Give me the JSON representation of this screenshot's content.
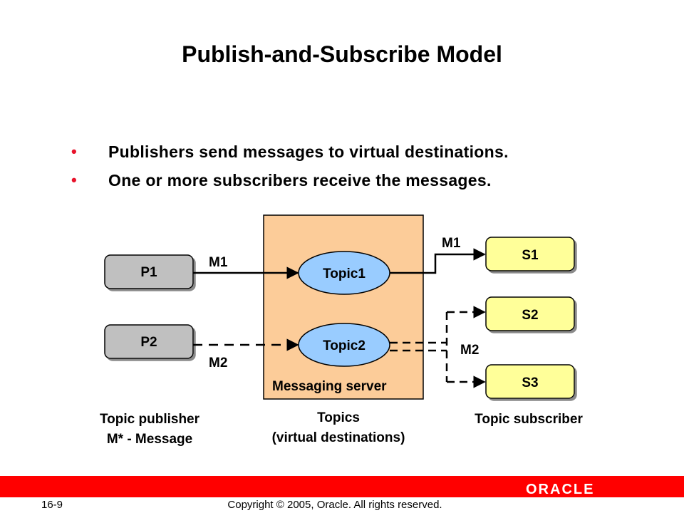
{
  "slide": {
    "title": "Publish-and-Subscribe Model",
    "bullets": [
      "Publishers send messages to virtual destinations.",
      "One or more subscribers receive the messages."
    ]
  },
  "diagram": {
    "publishers": [
      "P1",
      "P2"
    ],
    "topics": [
      "Topic1",
      "Topic2"
    ],
    "subscribers": [
      "S1",
      "S2",
      "S3"
    ],
    "server_label": "Messaging server",
    "message_labels": {
      "p1_to_topic1": "M1",
      "p2_to_topic2": "M2",
      "topic1_to_s1": "M1",
      "topic2_to_s2_s3": "M2"
    },
    "captions": {
      "publisher_line1": "Topic publisher",
      "publisher_line2": "M* - Message",
      "topics_line1": "Topics",
      "topics_line2": "(virtual destinations)",
      "subscriber": "Topic subscriber"
    },
    "colors": {
      "server_fill": "#fccc99",
      "topic_fill": "#99ccff",
      "subscriber_fill": "#ffff99",
      "publisher_fill": "#c0c0c0",
      "bullet": "#e8132b",
      "footer_bar": "#ff0000"
    }
  },
  "footer": {
    "page": "16-9",
    "copyright": "Copyright © 2005, Oracle.  All rights reserved.",
    "logo": "ORACLE"
  }
}
